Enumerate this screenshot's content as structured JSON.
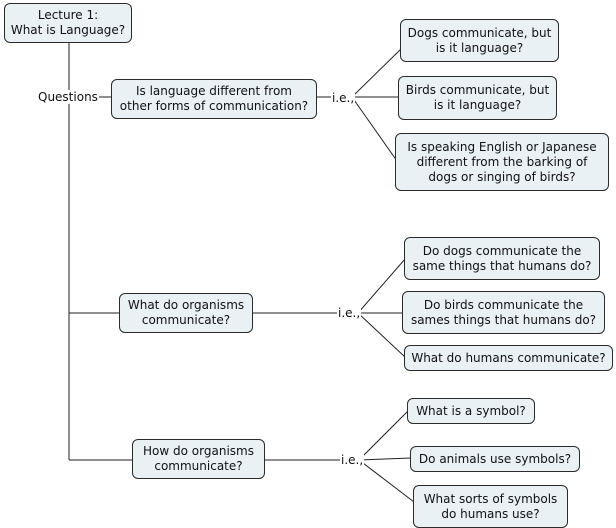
{
  "title": "Lecture 1:\nWhat is Language?",
  "link_label": "Questions",
  "ie_label": "i.e.,",
  "questions": [
    {
      "text": "Is language different from\nother forms of communication?",
      "answers": [
        "Dogs communicate, but\nis it language?",
        "Birds communicate, but\nis it language?",
        "Is speaking English or Japanese\ndifferent from the barking of\ndogs or singing of birds?"
      ]
    },
    {
      "text": "What do organisms\ncommunicate?",
      "answers": [
        "Do dogs communicate the\nsame things that humans do?",
        "Do birds communicate the\nsames things that humans do?",
        "What do humans communicate?"
      ]
    },
    {
      "text": "How do organisms\ncommunicate?",
      "answers": [
        "What is a symbol?",
        "Do animals use symbols?",
        "What sorts of symbols\ndo humans use?"
      ]
    }
  ]
}
